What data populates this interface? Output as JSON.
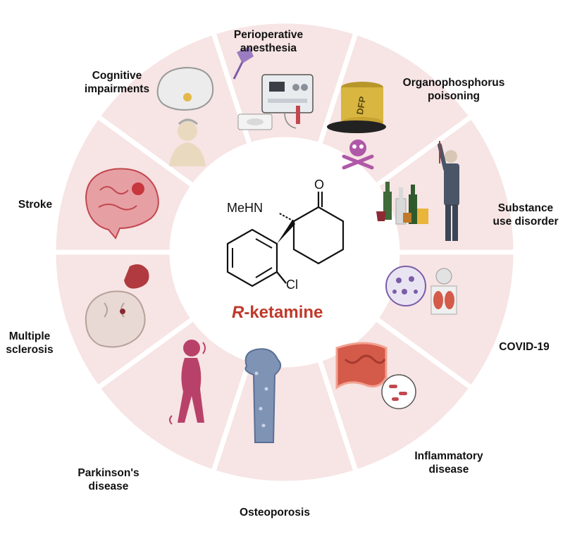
{
  "center": {
    "title_prefix": "R",
    "title_suffix": "-ketamine",
    "amine_label": "MeHN",
    "ketone_label": "O",
    "halogen_label": "Cl"
  },
  "sectors": [
    {
      "id": "perioperative-anesthesia",
      "lines": [
        "Perioperative",
        "anesthesia"
      ],
      "icon": "anesthesia-setup-icon"
    },
    {
      "id": "organophosphorus-poisoning",
      "lines": [
        "Organophosphorus",
        "poisoning"
      ],
      "icon": "dfp-barrel-icon",
      "barrel_text": "DFP"
    },
    {
      "id": "substance-use-disorder",
      "lines": [
        "Substance",
        "use disorder"
      ],
      "icon": "alcohol-bottles-icon"
    },
    {
      "id": "covid-19",
      "lines": [
        "COVID-19"
      ],
      "icon": "virus-lungs-icon"
    },
    {
      "id": "inflammatory-disease",
      "lines": [
        "Inflammatory",
        "disease"
      ],
      "icon": "intestine-icon"
    },
    {
      "id": "osteoporosis",
      "lines": [
        "Osteoporosis"
      ],
      "icon": "bone-icon"
    },
    {
      "id": "parkinsons-disease",
      "lines": [
        "Parkinson's",
        "disease"
      ],
      "icon": "trembling-person-icon"
    },
    {
      "id": "multiple-sclerosis",
      "lines": [
        "Multiple",
        "sclerosis"
      ],
      "icon": "brain-section-icon"
    },
    {
      "id": "stroke",
      "lines": [
        "Stroke"
      ],
      "icon": "brain-stroke-icon"
    },
    {
      "id": "cognitive-impairments",
      "lines": [
        "Cognitive",
        "impairments"
      ],
      "icon": "brain-head-icon"
    }
  ],
  "colors": {
    "sector_fill": "#f7e4e4",
    "sector_divider": "#ffffff",
    "center_fill": "#ffffff",
    "title_red": "#c0392b",
    "brain_pink": "#e6a0a4",
    "brain_red": "#c2474f",
    "person_magenta": "#b8416a",
    "bone_blue": "#7f93b5",
    "barrel_yellow": "#d9b640",
    "skull_purple": "#b058a8",
    "virus_purple": "#7b5ca8",
    "intestine_red": "#d45a4a"
  }
}
